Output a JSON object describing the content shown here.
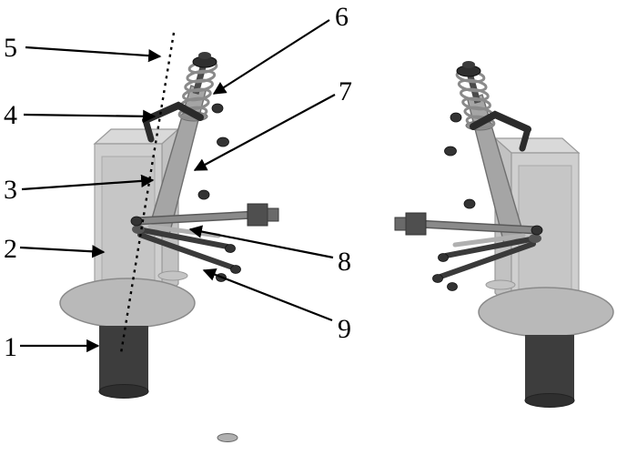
{
  "figure": {
    "background": "#ffffff",
    "ink": "#000000",
    "callouts": {
      "n1": "1",
      "n2": "2",
      "n3": "3",
      "n4": "4",
      "n5": "5",
      "n6": "6",
      "n7": "7",
      "n8": "8",
      "n9": "9"
    },
    "palette": {
      "block_front": "#cccccc",
      "block_top": "#d9d9d9",
      "block_side": "#c2c2c2",
      "disc": "#b9b9b9",
      "dark_cylinder": "#3d3d3d",
      "strut_body": "#a5a5a5",
      "spring_coil": "#8a8a8a",
      "dark_links": "#3a3a3a",
      "tie_rod": "#8a8a8a"
    }
  }
}
